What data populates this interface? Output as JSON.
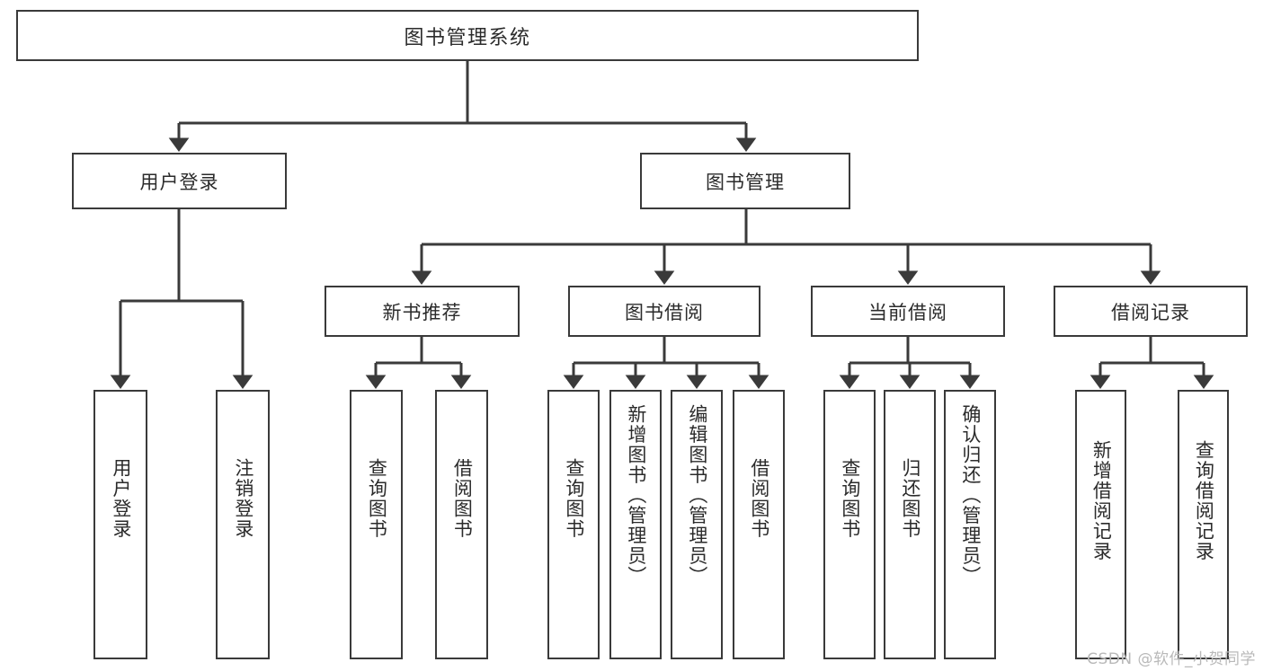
{
  "diagram": {
    "title": "图书管理系统",
    "watermark": "CSDN @软件_小贺同学",
    "colors": {
      "box_border": "#3a3a3a",
      "box_fill": "#ffffff",
      "text": "#2b2b2b",
      "connector": "#3a3a3a",
      "watermark": "#b9b9b9",
      "background": "#ffffff"
    },
    "root": {
      "label": "图书管理系统"
    },
    "level2": [
      {
        "label": "用户登录"
      },
      {
        "label": "图书管理"
      }
    ],
    "level3": [
      {
        "label": "新书推荐"
      },
      {
        "label": "图书借阅"
      },
      {
        "label": "当前借阅"
      },
      {
        "label": "借阅记录"
      }
    ],
    "leaves": {
      "user_login": [
        {
          "label": "用户登录"
        },
        {
          "label": "注销登录"
        }
      ],
      "new_book_recommend": [
        {
          "label": "查询图书"
        },
        {
          "label": "借阅图书"
        }
      ],
      "book_borrow": [
        {
          "label": "查询图书"
        },
        {
          "label": "新增图书（管理员）"
        },
        {
          "label": "编辑图书（管理员）"
        },
        {
          "label": "借阅图书"
        }
      ],
      "current_borrow": [
        {
          "label": "查询图书"
        },
        {
          "label": "归还图书"
        },
        {
          "label": "确认归还（管理员）"
        }
      ],
      "borrow_record": [
        {
          "label": "新增借阅记录"
        },
        {
          "label": "查询借阅记录"
        }
      ]
    }
  }
}
